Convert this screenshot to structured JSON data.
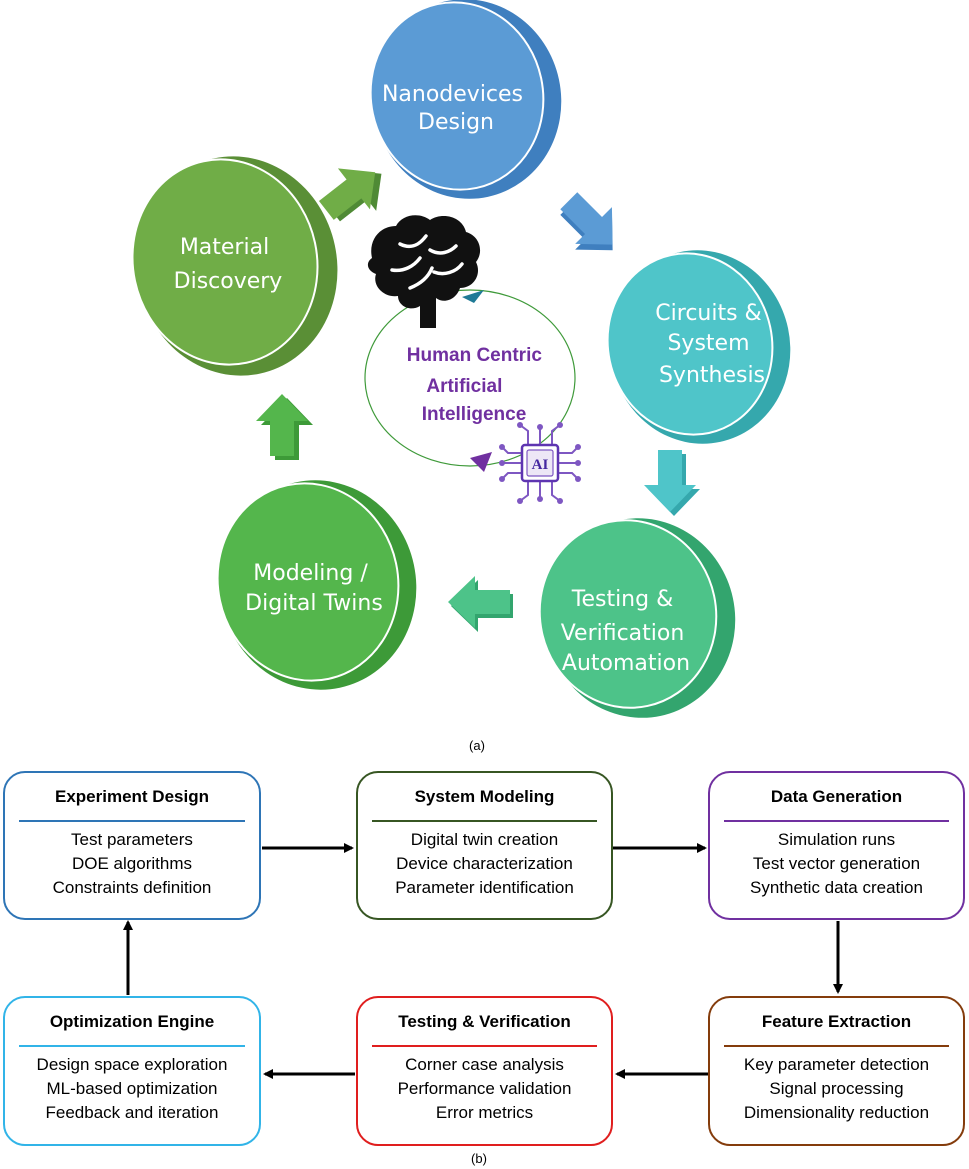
{
  "top_diagram": {
    "stages": [
      {
        "label_lines": [
          "Nanodevices",
          "Design"
        ],
        "color": "#5b9bd5"
      },
      {
        "label_lines": [
          "Circuits &",
          "System",
          "Synthesis"
        ],
        "color": "#4fc5c9"
      },
      {
        "label_lines": [
          "Testing &",
          "Verification",
          "Automation"
        ],
        "color": "#4dc389"
      },
      {
        "label_lines": [
          "Modeling /",
          "Digital Twins"
        ],
        "color": "#54b64c"
      },
      {
        "label_lines": [
          "Material",
          "Discovery"
        ],
        "color": "#70ad47"
      }
    ],
    "center_lines": [
      "Human Centric",
      "Artificial",
      "Intelligence"
    ],
    "center_icons": [
      "brain-icon",
      "ai-chip-icon"
    ],
    "caption": "(a)"
  },
  "flowchart": {
    "boxes": [
      {
        "title": "Experiment Design",
        "items": [
          "Test parameters",
          "DOE algorithms",
          "Constraints definition"
        ],
        "color": "#2e75b6"
      },
      {
        "title": "System Modeling",
        "items": [
          "Digital twin creation",
          "Device characterization",
          "Parameter identification"
        ],
        "color": "#375623"
      },
      {
        "title": "Data Generation",
        "items": [
          "Simulation runs",
          "Test vector generation",
          "Synthetic data creation"
        ],
        "color": "#7030a0"
      },
      {
        "title": "Feature Extraction",
        "items": [
          "Key parameter detection",
          "Signal processing",
          "Dimensionality reduction"
        ],
        "color": "#843c0c"
      },
      {
        "title": "Testing & Verification",
        "items": [
          "Corner case analysis",
          "Performance validation",
          "Error metrics"
        ],
        "color": "#e01e1e"
      },
      {
        "title": "Optimization Engine",
        "items": [
          "Design space exploration",
          "ML-based optimization",
          "Feedback and iteration"
        ],
        "color": "#31b4e8"
      }
    ],
    "caption": "(b)"
  }
}
